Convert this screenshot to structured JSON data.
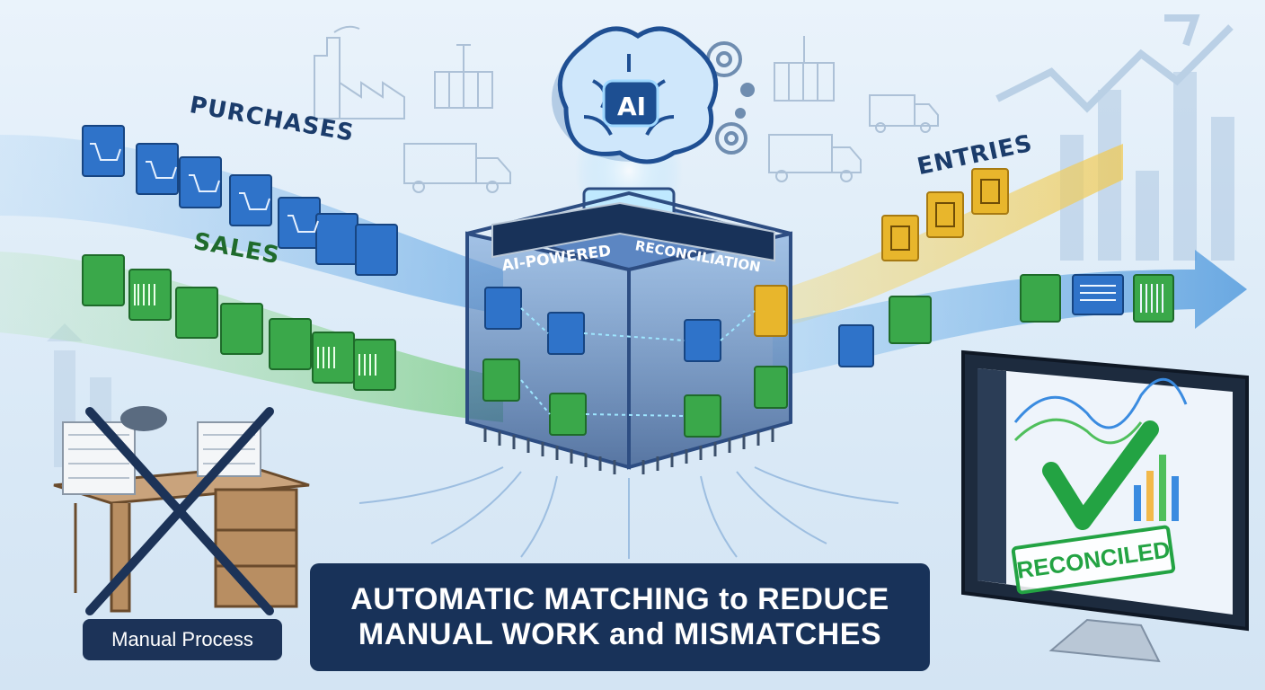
{
  "labels": {
    "purchases": "PURCHASES",
    "sales": "SALES",
    "entries": "ENTRIES"
  },
  "core": {
    "badge": "AI",
    "title_left": "AI-POWERED",
    "title_right": "RECONCILIATION"
  },
  "manual": {
    "label": "Manual Process"
  },
  "monitor": {
    "stamp": "RECONCILED"
  },
  "headline": {
    "line1": "AUTOMATIC MATCHING to REDUCE",
    "line2": "MANUAL WORK and MISMATCHES"
  },
  "colors": {
    "purchases": "#2f73c9",
    "sales": "#3aa84a",
    "entries": "#e8b62c",
    "navy": "#183259",
    "check": "#23a343"
  },
  "icons": {
    "purchase_doc": "shopping-cart-icon",
    "sales_doc": "barcode-icon",
    "entry_doc": "ledger-book-icon",
    "brain": "brain-icon",
    "gear": "gear-icon",
    "truck": "truck-icon",
    "factory": "factory-icon",
    "container": "shipping-container-icon",
    "check": "check-mark-icon"
  }
}
